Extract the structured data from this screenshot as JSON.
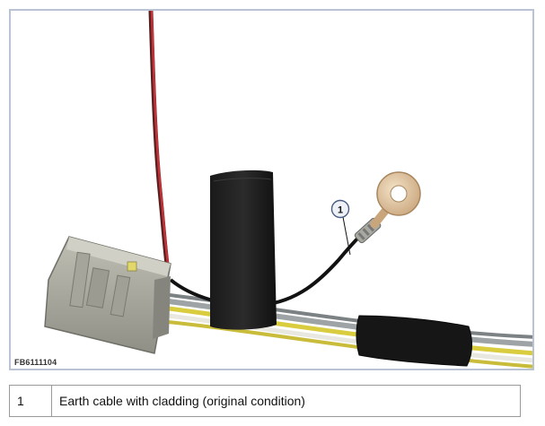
{
  "figure": {
    "code": "FB6111104",
    "callout_number": "1"
  },
  "legend": {
    "rows": [
      {
        "number": "1",
        "description": "Earth cable with cladding (original condition)"
      }
    ]
  }
}
